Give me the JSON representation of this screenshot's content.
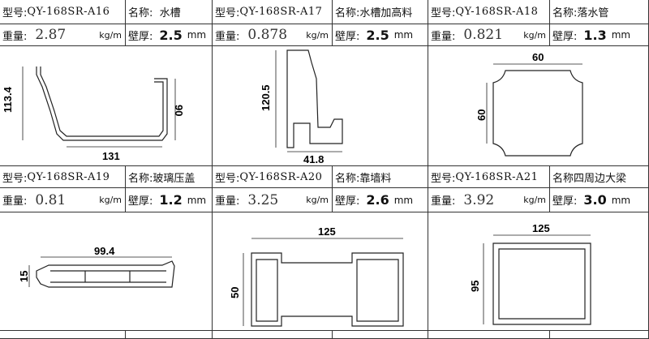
{
  "labels": {
    "model": "型号:",
    "name": "名称:",
    "name_nocolon": "名称",
    "weight": "重量:",
    "wall": "壁厚:",
    "kg": "kg/m",
    "mm": "mm"
  },
  "items": [
    {
      "model": "QY-168SR-A16",
      "name": "水槽",
      "weight": "2.87",
      "wall": "2.5",
      "dims": [
        "113.4",
        "90",
        "131"
      ]
    },
    {
      "model": "QY-168SR-A17",
      "name": "水槽加高料",
      "weight": "0.878",
      "wall": "2.5",
      "dims": [
        "120.5",
        "41.8"
      ]
    },
    {
      "model": "QY-168SR-A18",
      "name": "落水管",
      "weight": "0.821",
      "wall": "1.3",
      "dims": [
        "60",
        "60"
      ]
    },
    {
      "model": "QY-168SR-A19",
      "name": "玻璃压盖",
      "weight": "0.81",
      "wall": "1.2",
      "dims": [
        "99.4",
        "15"
      ]
    },
    {
      "model": "QY-168SR-A20",
      "name": "靠墙料",
      "weight": "3.25",
      "wall": "2.6",
      "dims": [
        "125",
        "50"
      ]
    },
    {
      "model": "QY-168SR-A21",
      "name": "四周边大梁",
      "weight": "3.92",
      "wall": "3.0",
      "dims": [
        "125",
        "95"
      ]
    }
  ]
}
